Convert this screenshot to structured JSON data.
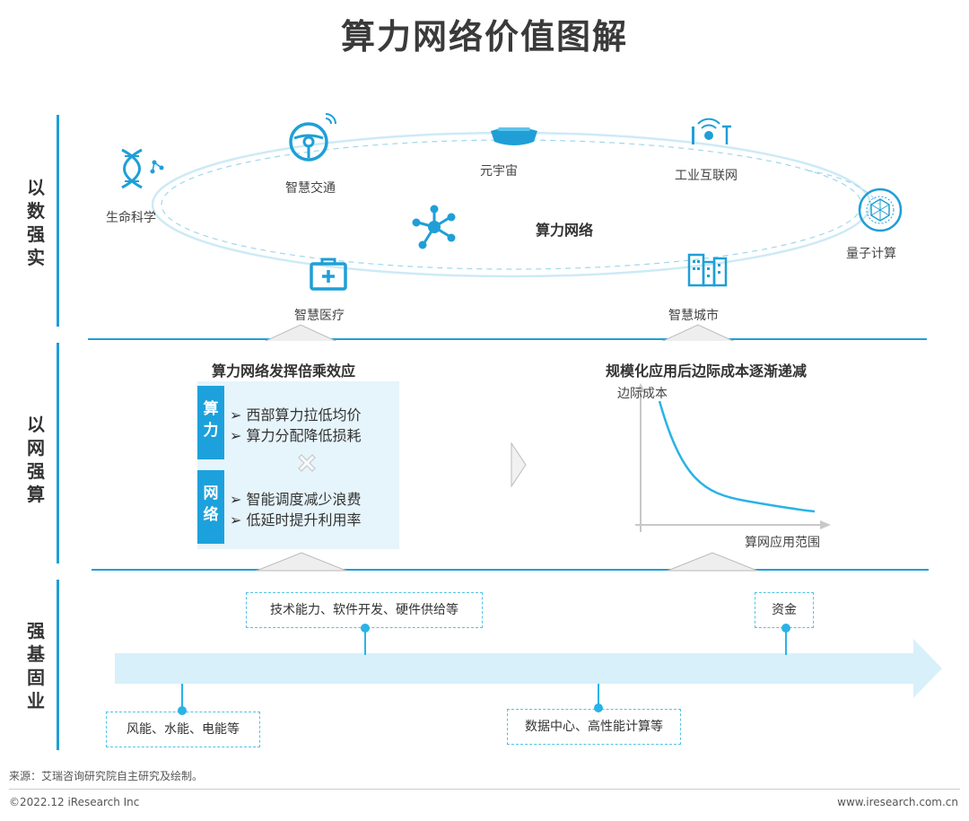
{
  "title": "算力网络价值图解",
  "sections": [
    {
      "label": "以数强实"
    },
    {
      "label": "以网强算"
    },
    {
      "label": "强基固业"
    }
  ],
  "top": {
    "center_label": "算力网络",
    "nodes": [
      {
        "label": "生命科学",
        "icon": "dna-icon"
      },
      {
        "label": "智慧交通",
        "icon": "steering-wheel-icon"
      },
      {
        "label": "元宇宙",
        "icon": "vr-headset-icon"
      },
      {
        "label": "工业互联网",
        "icon": "iot-icon"
      },
      {
        "label": "量子计算",
        "icon": "quantum-icon"
      },
      {
        "label": "智慧医疗",
        "icon": "medical-kit-icon"
      },
      {
        "label": "智慧城市",
        "icon": "city-buildings-icon"
      }
    ]
  },
  "middle": {
    "left_title": "算力网络发挥倍乘效应",
    "compute_tag": "算力",
    "compute_items": [
      "西部算力拉低均价",
      "算力分配降低损耗"
    ],
    "network_tag": "网络",
    "network_items": [
      "智能调度减少浪费",
      "低延时提升利用率"
    ],
    "bullet_mark": "➢",
    "right_title": "规模化应用后边际成本逐渐递减",
    "y_label": "边际成本",
    "x_label": "算网应用范围"
  },
  "bottom": {
    "upper_boxes": [
      "技术能力、软件开发、硬件供给等",
      "资金"
    ],
    "lower_boxes": [
      "风能、水能、电能等",
      "数据中心、高性能计算等"
    ]
  },
  "footer": {
    "source": "来源：艾瑞咨询研究院自主研究及绘制。",
    "copyright": "©2022.12 iResearch Inc",
    "website": "www.iresearch.com.cn"
  },
  "colors": {
    "accent": "#1f9fd6",
    "panel": "#e6f4fb",
    "tag": "#1da1dc",
    "arrow": "#d8f0fa"
  }
}
